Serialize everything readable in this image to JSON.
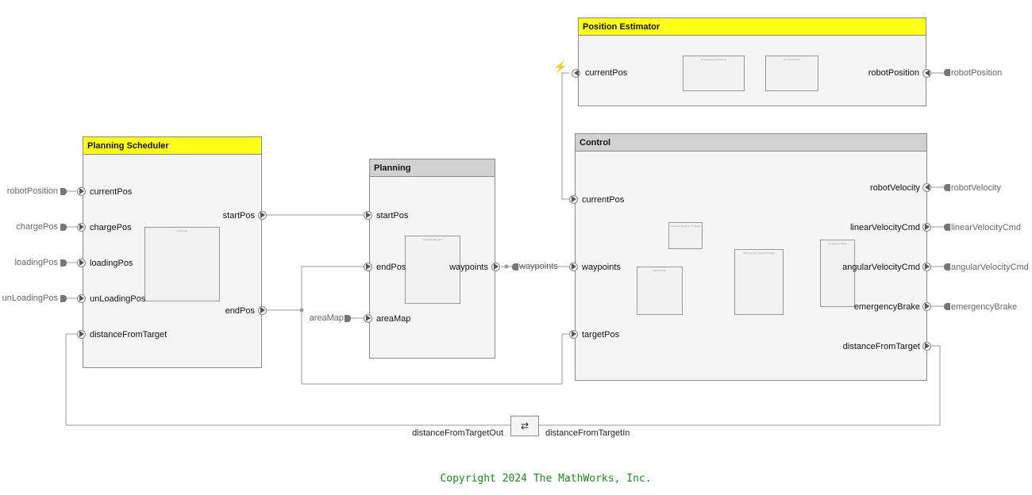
{
  "components": {
    "position_estimator": {
      "title": "Position Estimator",
      "inputs": [
        "currentPos"
      ],
      "outputs": [
        "robotPosition"
      ],
      "subsystems": [
        "Processing And Filtering",
        "Unit Conversion"
      ]
    },
    "planning_scheduler": {
      "title": "Planning Scheduler",
      "inputs": [
        "currentPos",
        "chargePos",
        "loadingPos",
        "unLoadingPos",
        "distanceFromTarget"
      ],
      "outputs": [
        "startPos",
        "endPos"
      ],
      "subsystems": [
        "Scheduler"
      ]
    },
    "planning": {
      "title": "Planning",
      "inputs": [
        "startPos",
        "endPos",
        "areaMap"
      ],
      "outputs": [
        "waypoints"
      ],
      "subsystems": [
        "Compute Waypoint"
      ]
    },
    "control": {
      "title": "Control",
      "inputs": [
        "currentPos",
        "waypoints",
        "targetPos"
      ],
      "outputs": [
        "robotVelocity",
        "linearVelocityCmd",
        "angularVelocityCmd",
        "emergencyBrake",
        "distanceFromTarget"
      ],
      "subsystems": [
        "Compute Distance To Target",
        "Compute Derivatives of Target",
        "Emergency Brake",
        "Test Pursuit"
      ]
    }
  },
  "external_ports": {
    "inports": [
      "robotPosition",
      "chargePos",
      "loadingPos",
      "unLoadingPos",
      "areaMap"
    ],
    "outports": [
      "robotPosition",
      "robotVelocity",
      "linearVelocityCmd",
      "angularVelocityCmd",
      "emergencyBrake"
    ],
    "waypoints_label": "waypoints"
  },
  "converter": {
    "symbol": "⇄",
    "left_label": "distanceFromTargetOut",
    "right_label": "distanceFromTargetIn"
  },
  "footer": {
    "copyright": "Copyright 2024 The MathWorks, Inc."
  },
  "colors": {
    "header_highlight": "#ffff1a",
    "header_default": "#d2d2d2",
    "wire": "#9a9a9a",
    "copyright": "#1a8a1a"
  }
}
